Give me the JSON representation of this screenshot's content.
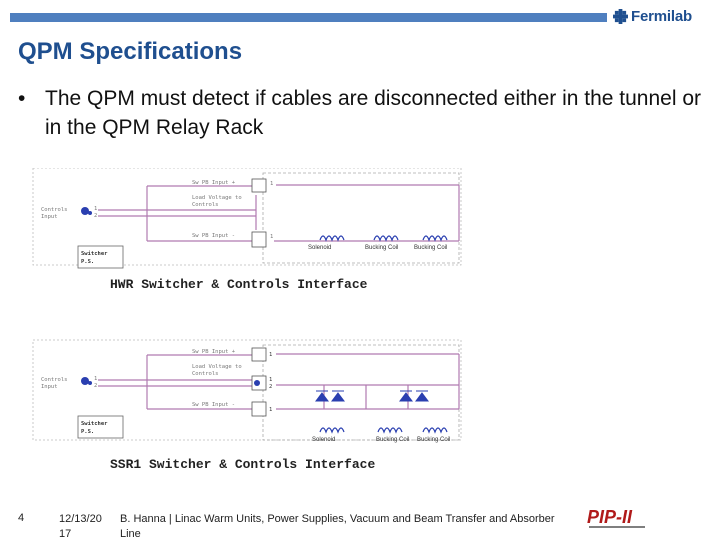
{
  "header": {
    "logo_text": "Fermilab",
    "title": "QPM Specifications"
  },
  "bullet": {
    "marker": "•",
    "text": "The QPM must detect if cables are disconnected either in the tunnel or in the QPM Relay Rack"
  },
  "diagram_hwr": {
    "caption": "HWR Switcher & Controls Interface",
    "pb_input_plus": "Sw PB Input +",
    "load_voltage_1": "Load Voltage to",
    "load_voltage_2": "Controls",
    "pb_input_minus": "Sw PB Input -",
    "controls_1": "Controls",
    "controls_2": "Input",
    "switcher_1": "Switcher",
    "switcher_2": "P.S.",
    "pin_1": "1",
    "pin_2": "2",
    "solenoid": "Solenoid",
    "bucking_coil_1": "Bucking Coil",
    "bucking_coil_2": "Bucking Coil"
  },
  "diagram_ssr": {
    "caption": "SSR1 Switcher & Controls Interface",
    "pb_input_plus": "Sw PB Input +",
    "load_voltage_1": "Load Voltage to",
    "load_voltage_2": "Controls",
    "pb_input_minus": "Sw PB Input -",
    "controls_1": "Controls",
    "controls_2": "Input",
    "switcher_1": "Switcher",
    "switcher_2": "P.S.",
    "pin_1": "1",
    "pin_2": "2",
    "solenoid": "Solenoid",
    "bucking_coil_1": "Bucking Coil",
    "bucking_coil_2": "Bucking Coil"
  },
  "footer": {
    "page_number": "4",
    "date": "12/13/20 17",
    "description": "B. Hanna | Linac Warm Units, Power Supplies, Vacuum and Beam Transfer and Absorber Line",
    "pip_logo": "PIP-II"
  },
  "colors": {
    "accent_bar": "#4f7fbf",
    "title": "#1f4f8f",
    "wire": "#b07ab0",
    "diode": "#2a3fb0"
  }
}
